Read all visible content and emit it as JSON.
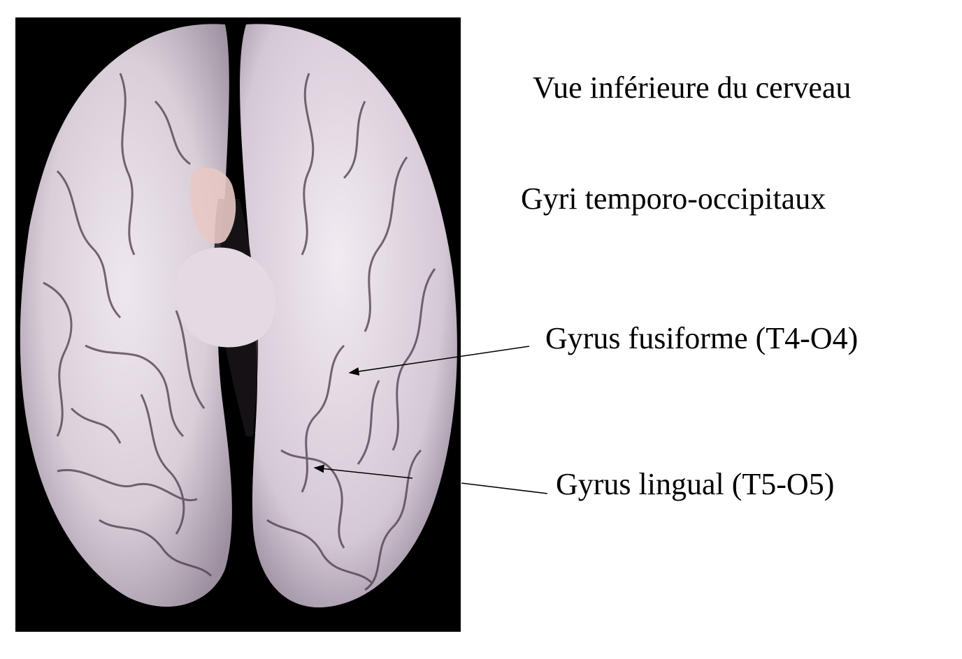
{
  "figure": {
    "title": "Vue inférieure du cerveau",
    "subtitle": "Gyri temporo-occipitaux"
  },
  "annotations": [
    {
      "id": "fusiform",
      "label": "Gyrus fusiforme (T4-O4)"
    },
    {
      "id": "lingual",
      "label": "Gyrus lingual (T5-O5)"
    }
  ],
  "colors": {
    "background": "#ffffff",
    "photo_background": "#000000",
    "brain_tissue": "#d9cfd9",
    "sulci": "#4a3a4a",
    "text": "#000000"
  }
}
